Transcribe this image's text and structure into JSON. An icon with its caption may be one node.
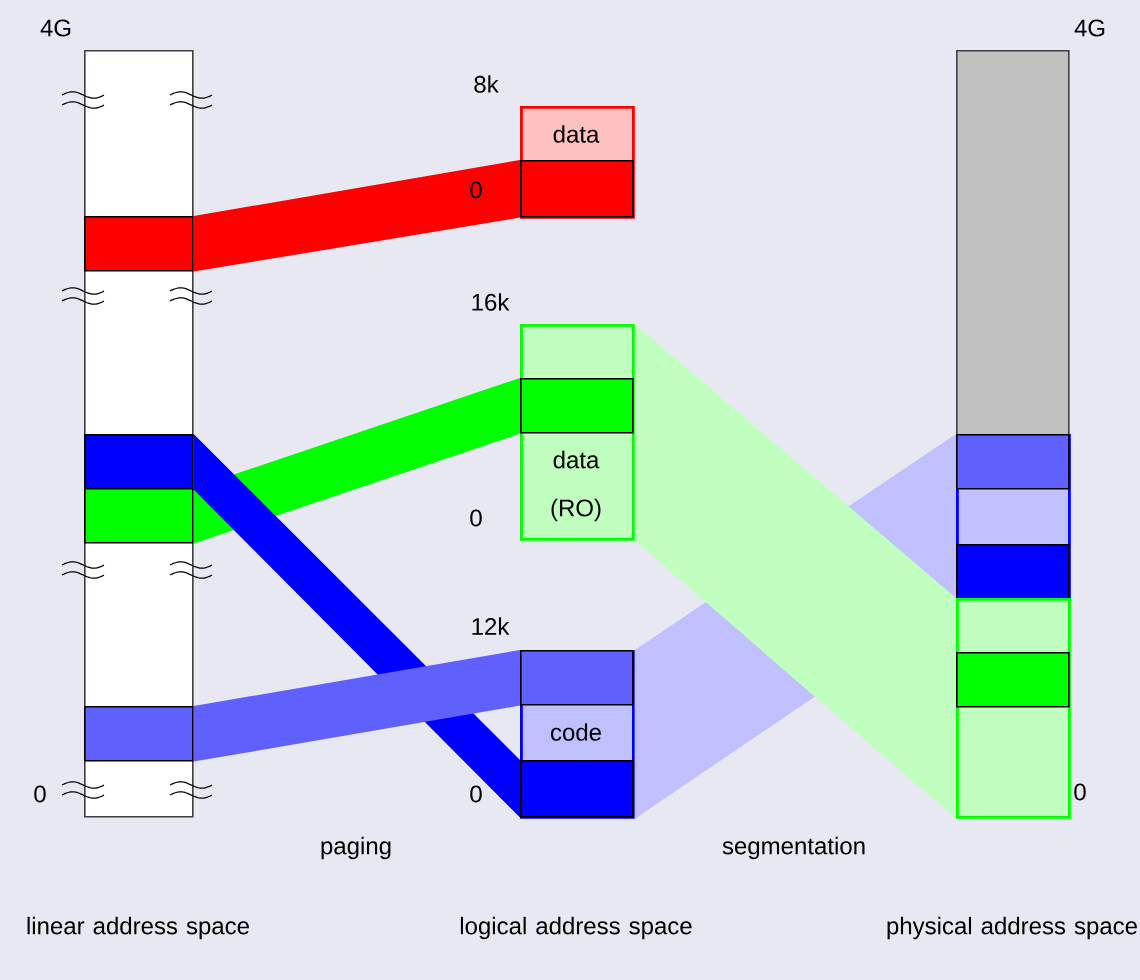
{
  "diagram": {
    "nodes": [
      {
        "text": [
          "linear address space"
        ]
      },
      {
        "text": [],
        "shape": "box",
        "in": 0
      },
      {
        "text": [],
        "shape": "box",
        "in": 0
      },
      {
        "text": [],
        "shape": "box",
        "in": 0
      },
      {
        "text": [],
        "shape": "box",
        "in": 0
      },
      {
        "text": [
          "data"
        ]
      },
      {
        "text": [],
        "shape": "box",
        "in": 5
      },
      {
        "text": [
          "data (RO)"
        ]
      },
      {
        "text": [],
        "shape": "box",
        "in": 7
      },
      {
        "text": [
          "code"
        ]
      },
      {
        "text": [],
        "shape": "box",
        "in": 9
      },
      {
        "text": [],
        "shape": "box",
        "in": 9
      },
      {
        "text": [
          "physical address space"
        ]
      },
      {
        "text": [],
        "shape": "box",
        "in": 12
      },
      {
        "text": [],
        "shape": "box",
        "in": 13
      },
      {
        "text": [],
        "shape": "box",
        "in": 13
      },
      {
        "text": [],
        "shape": "box",
        "in": 12
      },
      {
        "text": [],
        "shape": "box",
        "in": 16
      }
    ],
    "edges": [
      {
        "from": 1,
        "to": 6,
        "arrow": "none",
        "style": "thick",
        "color": "#ff0000"
      },
      {
        "from": 3,
        "to": 8,
        "arrow": "none",
        "style": "thick",
        "color": "#00ff00"
      },
      {
        "from": 2,
        "to": 11,
        "arrow": "none",
        "style": "thick",
        "color": "#0000ff"
      },
      {
        "from": 4,
        "to": 10,
        "arrow": "none",
        "style": "thick",
        "color": "#6060ff"
      },
      {
        "from": 9,
        "to": 13,
        "arrow": "none",
        "style": "thick",
        "color": "#c0c0ff"
      },
      {
        "from": 7,
        "to": 16,
        "arrow": "none",
        "style": "thick",
        "color": "#c0ffc0"
      }
    ],
    "labels": [
      "4G",
      "4G",
      "8k",
      "0",
      "16k",
      "0",
      "12k",
      "0",
      "0",
      "0",
      "paging",
      "segmentation",
      "logical address space"
    ]
  }
}
